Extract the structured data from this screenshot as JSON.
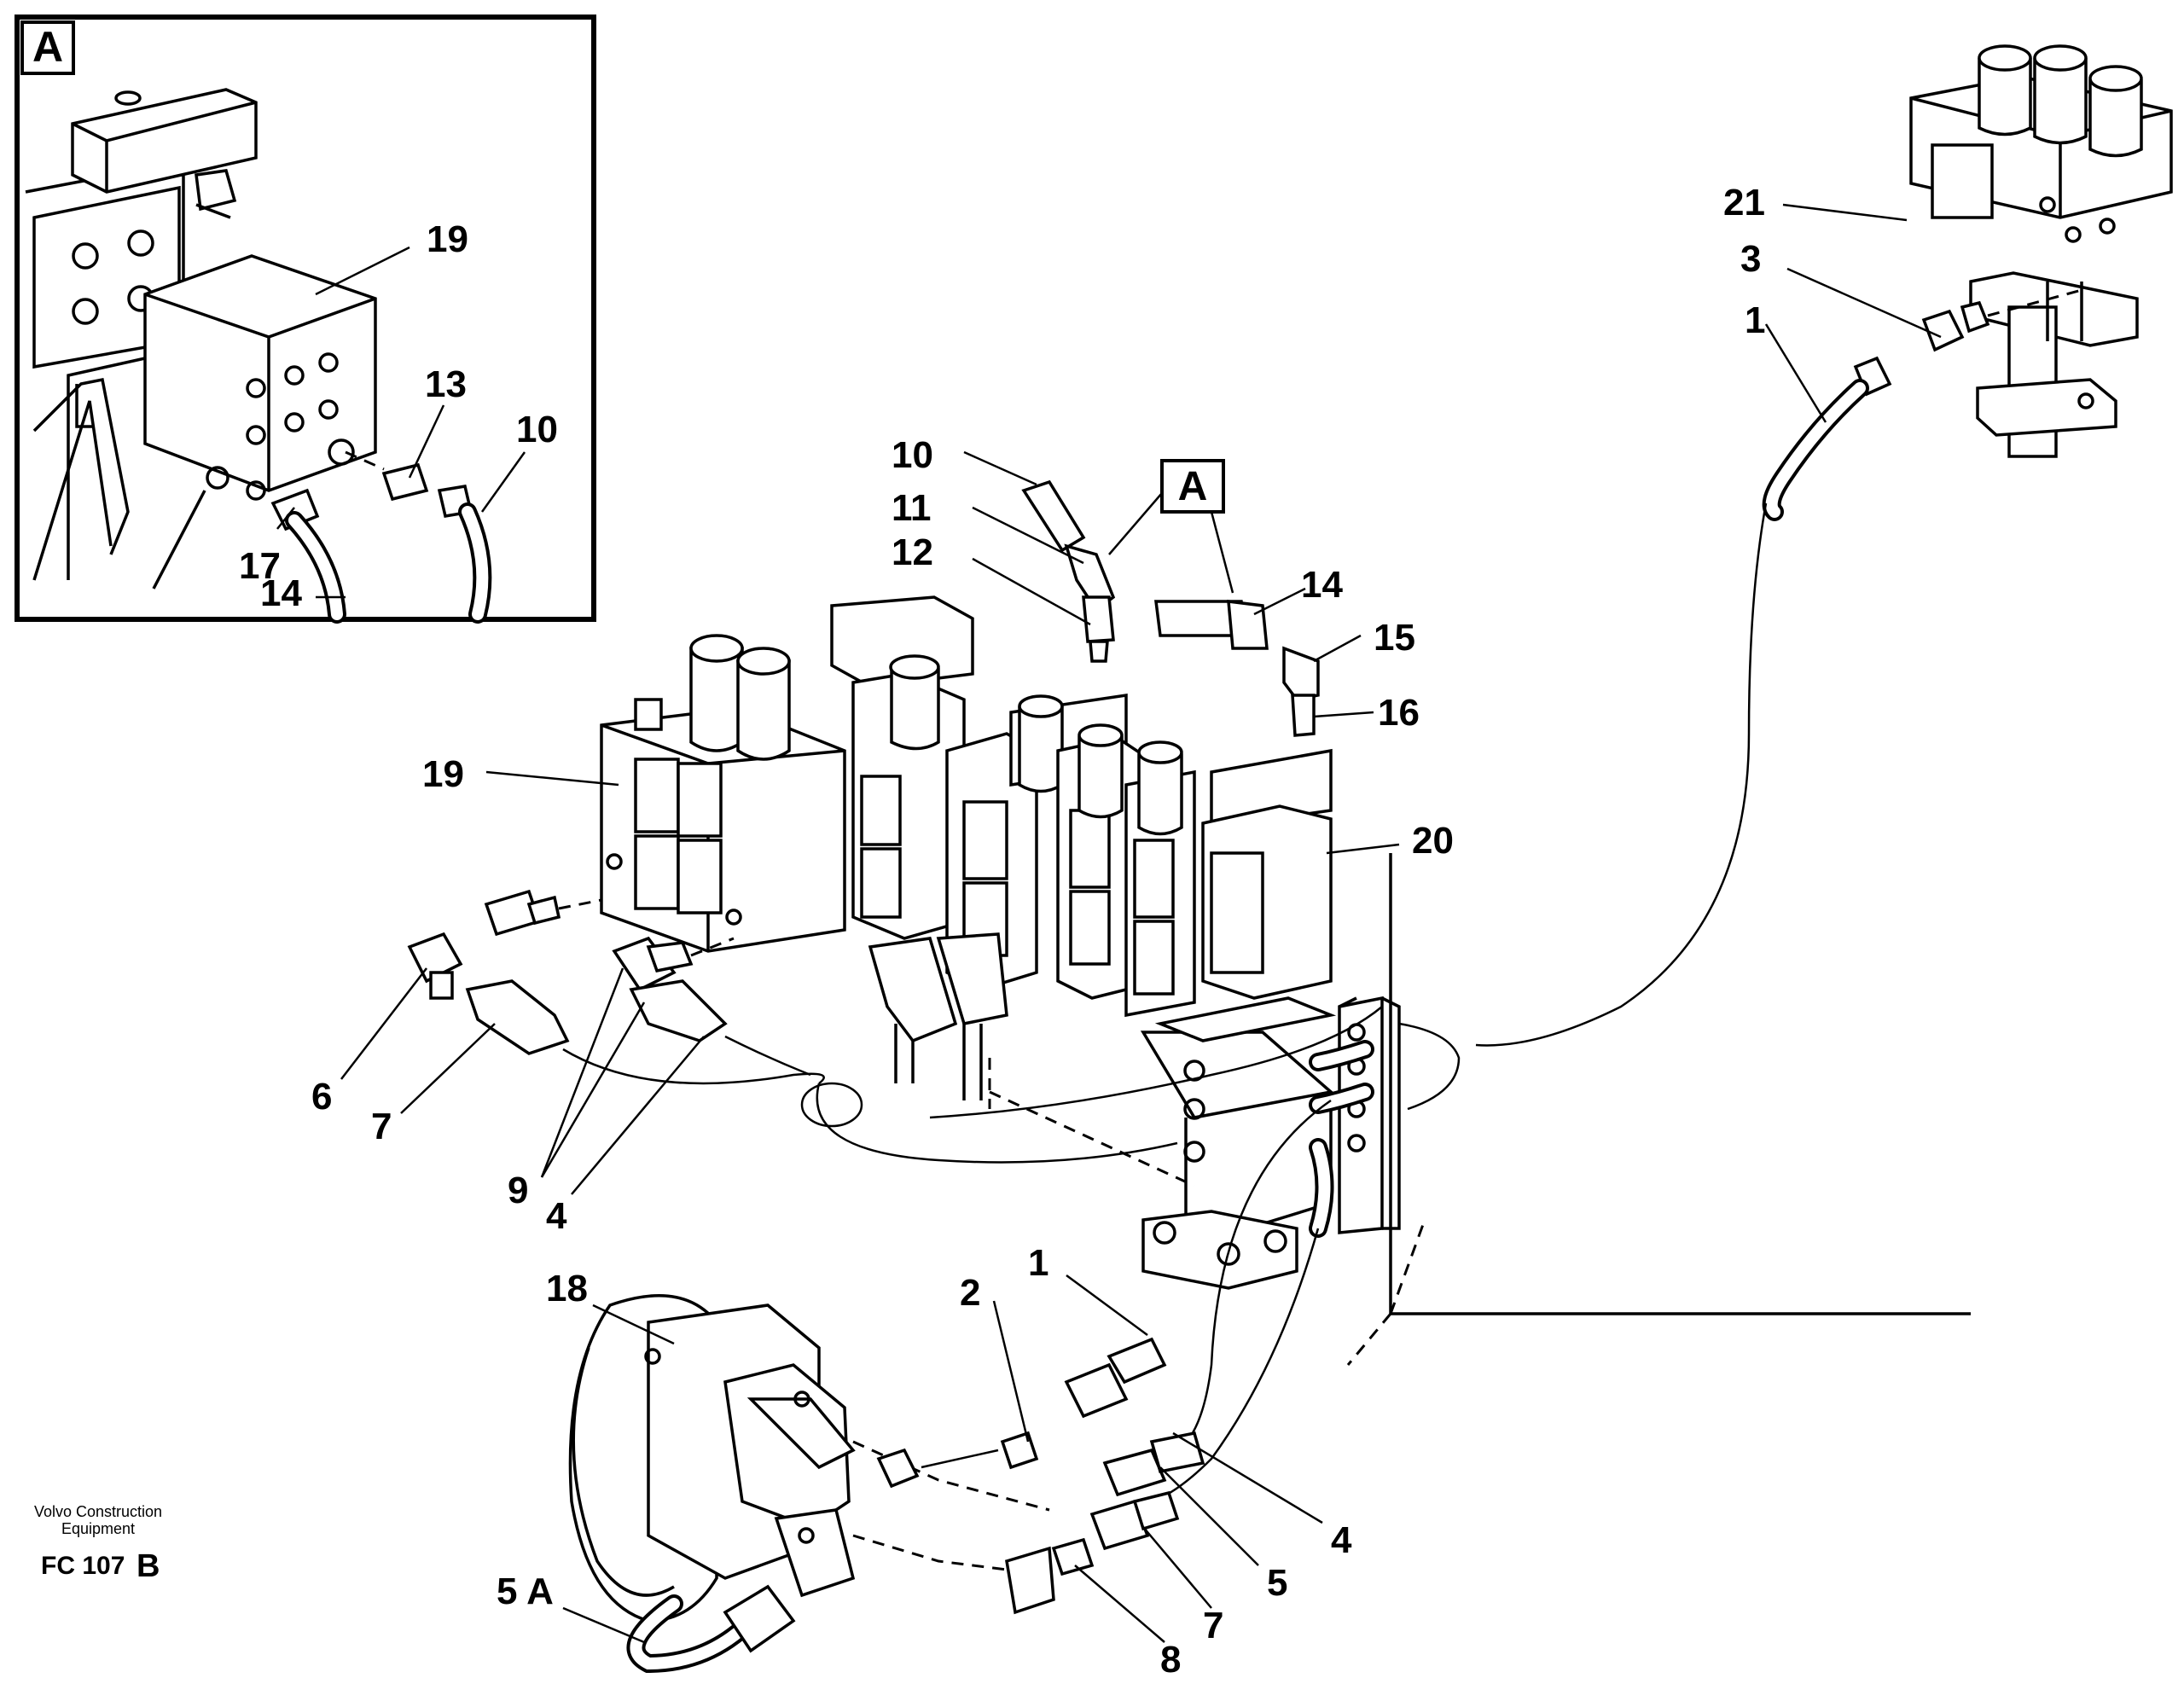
{
  "callouts": {
    "c19_inset": "19",
    "c13_inset": "13",
    "c10_inset": "10",
    "c17_inset": "17",
    "c14_inset": "14",
    "c10": "10",
    "c11": "11",
    "c12": "12",
    "c14": "14",
    "c15": "15",
    "c16": "16",
    "c19": "19",
    "c20": "20",
    "c21": "21",
    "c3": "3",
    "c1_top": "1",
    "c6": "6",
    "c7": "7",
    "c9": "9",
    "c4": "4",
    "c18": "18",
    "c2": "2",
    "c1_bottom": "1",
    "c4_bottom": "4",
    "c5": "5",
    "c7_bottom": "7",
    "c8": "8",
    "c5A": "5 A"
  },
  "view_marker": "A",
  "inset_marker": "A",
  "footer": {
    "company_line1": "Volvo Construction",
    "company_line2": "Equipment",
    "figure_code": "FC 107",
    "figure_letter": "B"
  }
}
